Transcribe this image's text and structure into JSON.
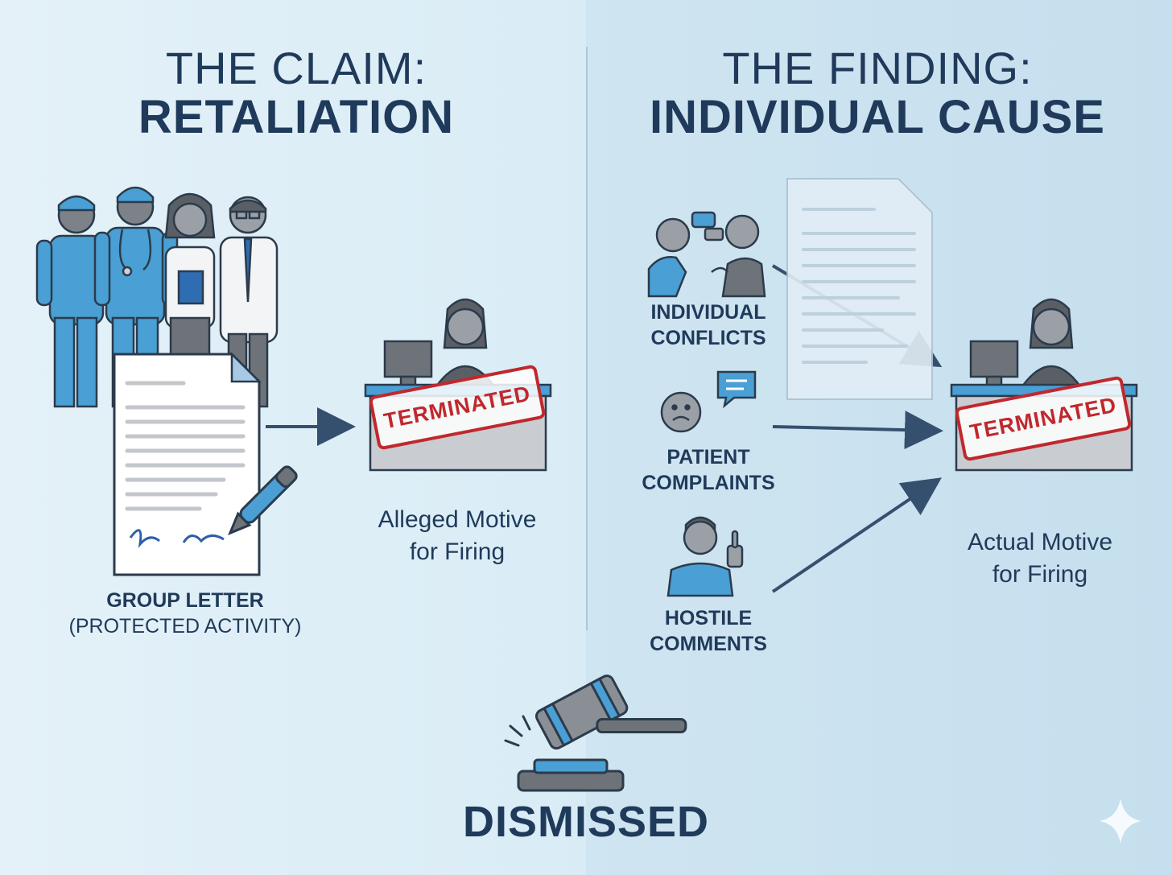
{
  "left": {
    "heading_line1": "THE CLAIM:",
    "heading_line2": "RETALIATION",
    "letter_label_bold": "GROUP LETTER",
    "letter_label_sub": "(PROTECTED ACTIVITY)",
    "stamp_text": "TERMINATED",
    "motive_line1": "Alleged Motive",
    "motive_line2": "for Firing"
  },
  "right": {
    "heading_line1": "THE FINDING:",
    "heading_line2": "INDIVIDUAL CAUSE",
    "causes": [
      {
        "line1": "INDIVIDUAL",
        "line2": "CONFLICTS"
      },
      {
        "line1": "PATIENT",
        "line2": "COMPLAINTS"
      },
      {
        "line1": "HOSTILE",
        "line2": "COMMENTS"
      }
    ],
    "stamp_text": "TERMINATED",
    "motive_line1": "Actual Motive",
    "motive_line2": "for Firing"
  },
  "verdict": "DISMISSED",
  "colors": {
    "navy": "#1f3a5a",
    "blue": "#4a9fd4",
    "stamp_red": "#c0282d",
    "gray": "#8a8f96"
  }
}
